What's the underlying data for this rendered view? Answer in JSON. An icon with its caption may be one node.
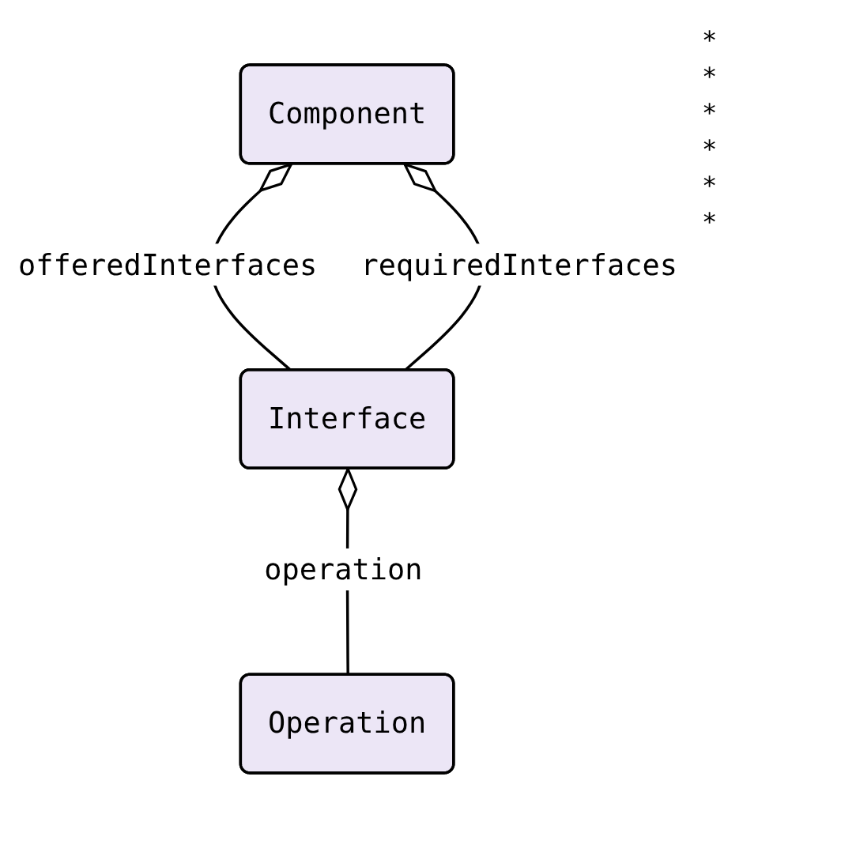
{
  "diagram": {
    "nodes": [
      {
        "text": [
          "Component"
        ]
      },
      {
        "text": [
          "Interface"
        ]
      },
      {
        "text": [
          "Operation"
        ]
      }
    ],
    "edges": [
      {
        "from": 0,
        "to": 1,
        "arrow": "other",
        "label": "offeredInterfaces"
      },
      {
        "from": 0,
        "to": 1,
        "arrow": "other",
        "label": "requiredInterfaces"
      },
      {
        "from": 1,
        "to": 2,
        "arrow": "other",
        "label": "operation"
      }
    ],
    "labels": [
      "*",
      "*",
      "*",
      "*",
      "*",
      "*"
    ]
  }
}
